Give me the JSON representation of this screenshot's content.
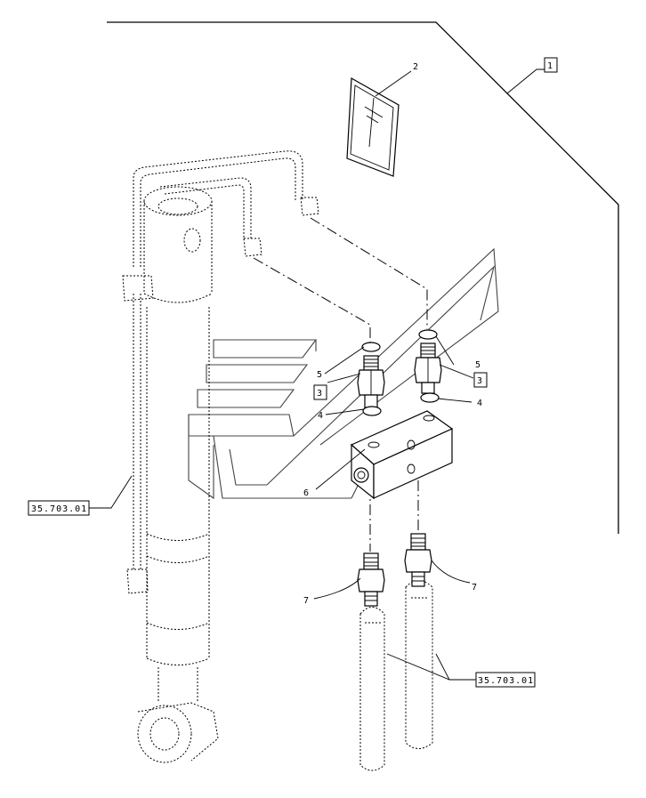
{
  "callouts": {
    "c1": "1",
    "c2": "2",
    "c3a": "3",
    "c3b": "3",
    "c4a": "4",
    "c4b": "4",
    "c5a": "5",
    "c5b": "5",
    "c6": "6",
    "c7a": "7",
    "c7b": "7"
  },
  "refs": {
    "left": "35.703.01",
    "right": "35.703.01"
  }
}
